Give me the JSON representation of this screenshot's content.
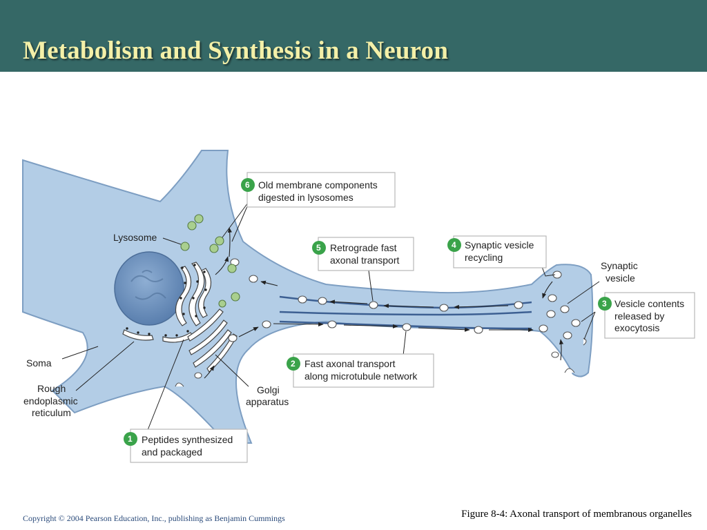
{
  "title": "Metabolism and Synthesis in a Neuron",
  "labels": {
    "lysosome": "Lysosome",
    "soma": "Soma",
    "rer": [
      "Rough",
      "endoplasmic",
      "reticulum"
    ],
    "golgi": [
      "Golgi",
      "apparatus"
    ],
    "synaptic_vesicle": [
      "Synaptic",
      "vesicle"
    ]
  },
  "steps": [
    {
      "num": "1",
      "lines": [
        "Peptides synthesized",
        "and packaged"
      ]
    },
    {
      "num": "2",
      "lines": [
        "Fast axonal transport",
        "along microtubule network"
      ]
    },
    {
      "num": "3",
      "lines": [
        "Vesicle contents",
        "released by",
        "exocytosis"
      ]
    },
    {
      "num": "4",
      "lines": [
        "Synaptic vesicle",
        "recycling"
      ]
    },
    {
      "num": "5",
      "lines": [
        "Retrograde fast",
        "axonal transport"
      ]
    },
    {
      "num": "6",
      "lines": [
        "Old membrane components",
        "digested in lysosomes"
      ]
    }
  ],
  "caption": "Figure 8-4: Axonal transport of membranous organelles",
  "copyright": "Copyright © 2004 Pearson Education, Inc., publishing as Benjamin Cummings",
  "colors": {
    "header": "#356866",
    "title": "#f4f0a8",
    "cell": "#b3cde6",
    "nucleus": "#6f93bd",
    "step_badge": "#3aa34a",
    "lysosome": "#a9cf8f"
  }
}
